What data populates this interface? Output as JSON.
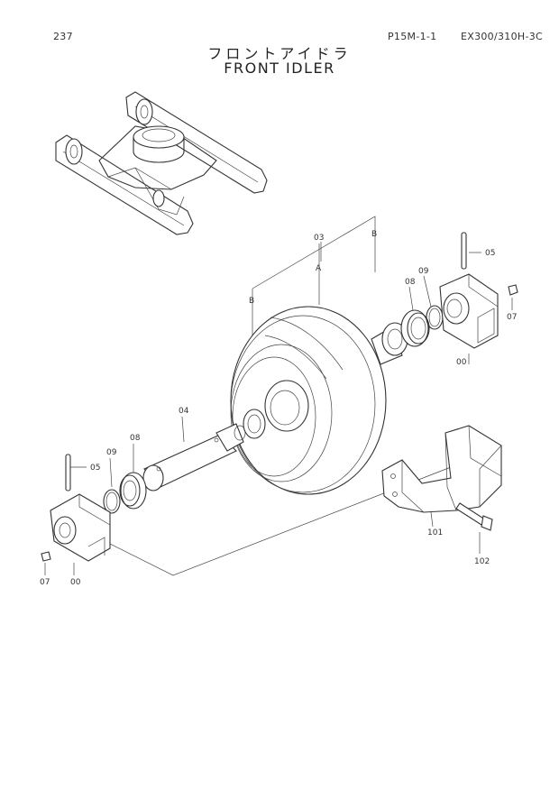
{
  "header": {
    "page_number": "237",
    "figure_code": "P15M-1-1",
    "model": "EX300/310H-3C"
  },
  "title": {
    "japanese": "フロントアイドラ",
    "english": "FRONT IDLER"
  },
  "callouts": {
    "idler_03": "03",
    "ref_a": "A",
    "ref_b_left": "B",
    "ref_b_right": "B",
    "spring_pin_05_right": "05",
    "oring_09_right": "09",
    "seal_08_right": "08",
    "plug_07_right": "07",
    "bearing_00_right": "00",
    "shaft_04": "04",
    "oring_09_left": "09",
    "seal_08_left": "08",
    "spring_pin_05_left": "05",
    "plug_07_left": "07",
    "bearing_00_left": "00",
    "bracket_101": "101",
    "bolt_102": "102"
  }
}
